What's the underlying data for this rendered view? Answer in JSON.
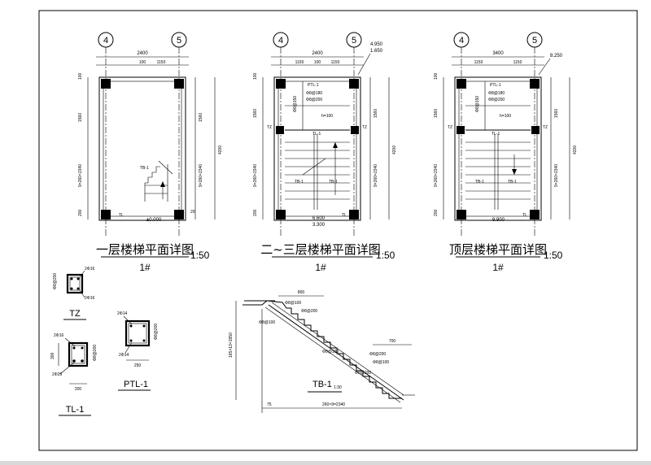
{
  "plans": [
    {
      "grid": [
        "4",
        "5"
      ],
      "title": "一层楼梯平面详图",
      "scale": "1:50",
      "number": "1#",
      "dims_top": [
        "2400",
        "100",
        "1150"
      ],
      "dims_left": [
        "100",
        "1560",
        "9×260=2340",
        "200"
      ],
      "dims_right": [
        "1560",
        "9×260=2340",
        "4200",
        "20"
      ],
      "labels": [
        "TB-1",
        "TL"
      ],
      "elevation": "±0.000"
    },
    {
      "grid": [
        "4",
        "5"
      ],
      "title": "二~三层楼梯平面详图",
      "scale": "1:50",
      "number": "1#",
      "dims_top": [
        "2400",
        "1150",
        "100",
        "1150"
      ],
      "dims_left": [
        "100",
        "1560",
        "TZ",
        "9×260=2340",
        "200"
      ],
      "dims_right": [
        "1560",
        "9×260=2340",
        "4200",
        "TZ"
      ],
      "labels": [
        "PTL-1",
        "Φ8@180",
        "Φ8@200",
        "Φ8@150",
        "h=100",
        "TL-1",
        "TB-1",
        "TB-1",
        "TL"
      ],
      "elevations": [
        "4.950",
        "1.650",
        "6.600",
        "3.300"
      ]
    },
    {
      "grid": [
        "4",
        "5"
      ],
      "title": "顶层楼梯平面详图",
      "scale": "1:50",
      "number": "1#",
      "dims_top": [
        "3400",
        "1150",
        "1150"
      ],
      "dims_left": [
        "100",
        "1560",
        "TZ",
        "9×260=2340",
        "200"
      ],
      "dims_right": [
        "1560",
        "9×260=2340",
        "4200",
        "TZ"
      ],
      "labels": [
        "PTL-1",
        "Φ8@180",
        "Φ8@200",
        "Φ8@150",
        "h=100",
        "TL-1",
        "TB-1",
        "TB-1",
        "TL"
      ],
      "elevations": [
        "8.250",
        "9.900"
      ]
    }
  ],
  "sections": {
    "tz": {
      "name": "TZ",
      "bars": [
        "2Φ16",
        "Φ8@200",
        "2Φ16"
      ]
    },
    "tl1": {
      "name": "TL-1",
      "bars": [
        "2Φ16",
        "Φ8@200",
        "2Φ20"
      ],
      "dims": [
        "300",
        "200"
      ]
    },
    "ptl1": {
      "name": "PTL-1",
      "bars": [
        "2Φ14",
        "Φ8@200",
        "2Φ14"
      ],
      "dims": [
        "250"
      ]
    },
    "tb1": {
      "name": "TB-1",
      "scale": "1:30",
      "dims": [
        "800",
        "700",
        "165×13=1950",
        "260×9=2340",
        "75"
      ],
      "bars": [
        "Φ8@100",
        "Φ8@200",
        "Φ8@100",
        "Φ8@100",
        "Φ8@200",
        "Φ8@100",
        "Φ8@200"
      ]
    }
  }
}
